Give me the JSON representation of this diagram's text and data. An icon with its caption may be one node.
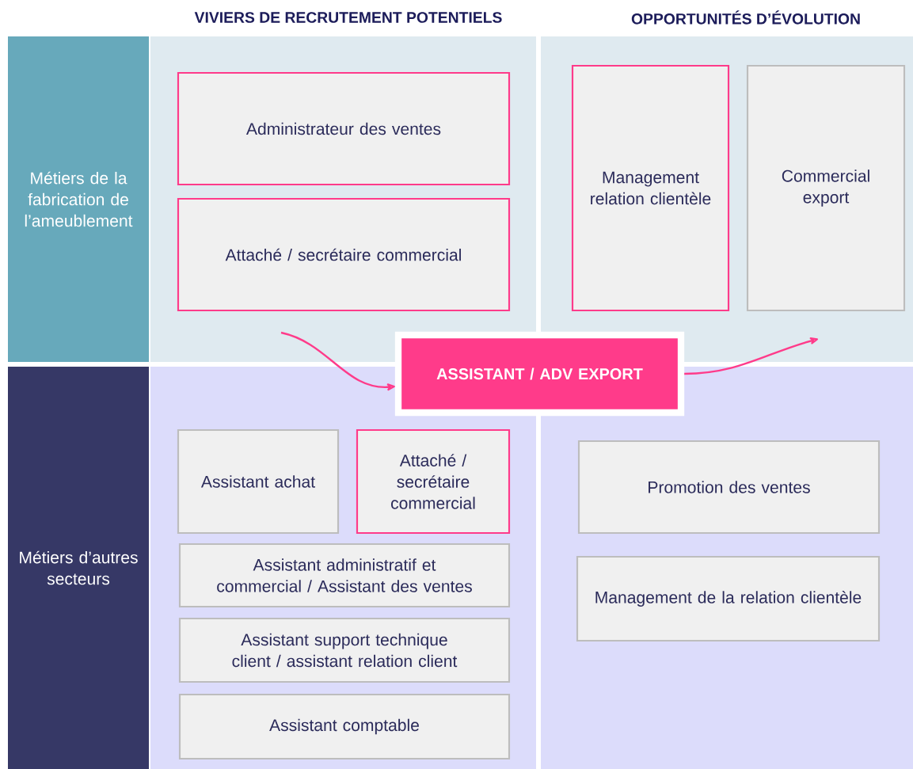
{
  "diagram": {
    "nodes": [
      {
        "text": [
          "Métiers de la fabrication de l’ameublement"
        ]
      },
      {
        "text": [
          "Métiers d’autres secteurs"
        ]
      },
      {
        "text": [
          "Administrateur des ventes"
        ]
      },
      {
        "text": [
          "Attaché / secrétaire commercial"
        ]
      },
      {
        "text": [
          "Management relation clientèle"
        ]
      },
      {
        "text": [
          "Commercial export"
        ]
      },
      {
        "text": [
          "ASSISTANT / ADV EXPORT"
        ]
      },
      {
        "text": [
          "Assistant achat"
        ]
      },
      {
        "text": [
          "Attaché / secrétaire commercial"
        ]
      },
      {
        "text": [
          "Assistant administratif et commercial / Assistant des ventes"
        ]
      },
      {
        "text": [
          "Assistant support technique client / assistant relation client"
        ]
      },
      {
        "text": [
          "Assistant comptable"
        ]
      },
      {
        "text": [
          "Promotion des ventes"
        ]
      },
      {
        "text": [
          "Management de la relation clientèle"
        ]
      }
    ],
    "edges": [
      {
        "from": null,
        "to": 6,
        "arrow": "to"
      },
      {
        "from": 6,
        "to": null,
        "arrow": "to"
      }
    ],
    "labels": [
      "VIVIERS DE RECRUTEMENT POTENTIELS",
      "OPPORTUNITÉS D’ÉVOLUTION"
    ]
  }
}
